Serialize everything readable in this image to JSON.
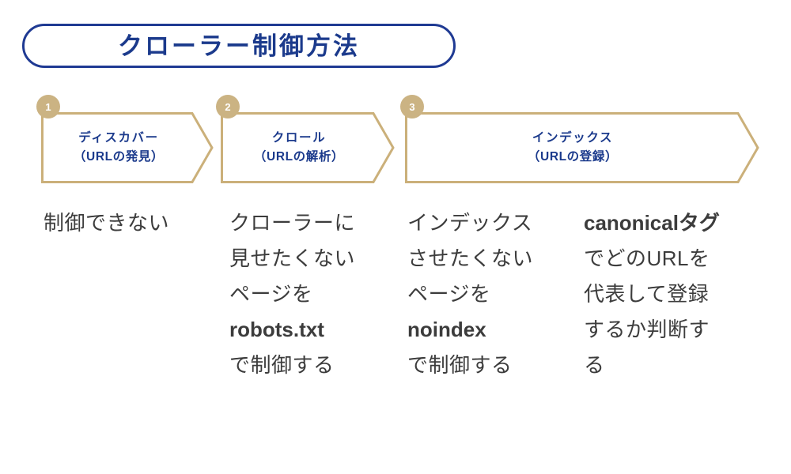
{
  "title": {
    "text": "クローラー制御方法",
    "border_color": "#1f3a93",
    "text_color": "#1b3a8c"
  },
  "palette": {
    "chevron_stroke": "#cbb07a",
    "badge_fill": "#cbb383",
    "badge_text": "#ffffff",
    "chevron_label": "#1b3a8c",
    "body_text": "#3c3c3c",
    "background": "#ffffff"
  },
  "steps": [
    {
      "number": "1",
      "label_line1": "ディスカバー",
      "label_line2": "（URLの発見）"
    },
    {
      "number": "2",
      "label_line1": "クロール",
      "label_line2": "（URLの解析）"
    },
    {
      "number": "3",
      "label_line1": "インデックス",
      "label_line2": "（URLの登録）"
    }
  ],
  "columns": [
    {
      "lines": [
        {
          "text": "制御できない",
          "bold": false
        }
      ]
    },
    {
      "lines": [
        {
          "text": "クローラーに",
          "bold": false
        },
        {
          "text": "見せたくない",
          "bold": false
        },
        {
          "text": "ページを",
          "bold": false
        },
        {
          "text": "robots.txt",
          "bold": true
        },
        {
          "text": "で制御する",
          "bold": false
        }
      ]
    },
    {
      "lines": [
        {
          "text": "インデックス",
          "bold": false
        },
        {
          "text": "させたくない",
          "bold": false
        },
        {
          "text": "ページを",
          "bold": false
        },
        {
          "text": "noindex",
          "bold": true
        },
        {
          "text": "で制御する",
          "bold": false
        }
      ]
    },
    {
      "lines": [
        {
          "text": "canonicalタグ",
          "bold": true
        },
        {
          "text": "でどのURLを",
          "bold": false
        },
        {
          "text": "代表して登録",
          "bold": false
        },
        {
          "text": "するか判断す",
          "bold": false
        },
        {
          "text": "る",
          "bold": false
        }
      ]
    }
  ]
}
